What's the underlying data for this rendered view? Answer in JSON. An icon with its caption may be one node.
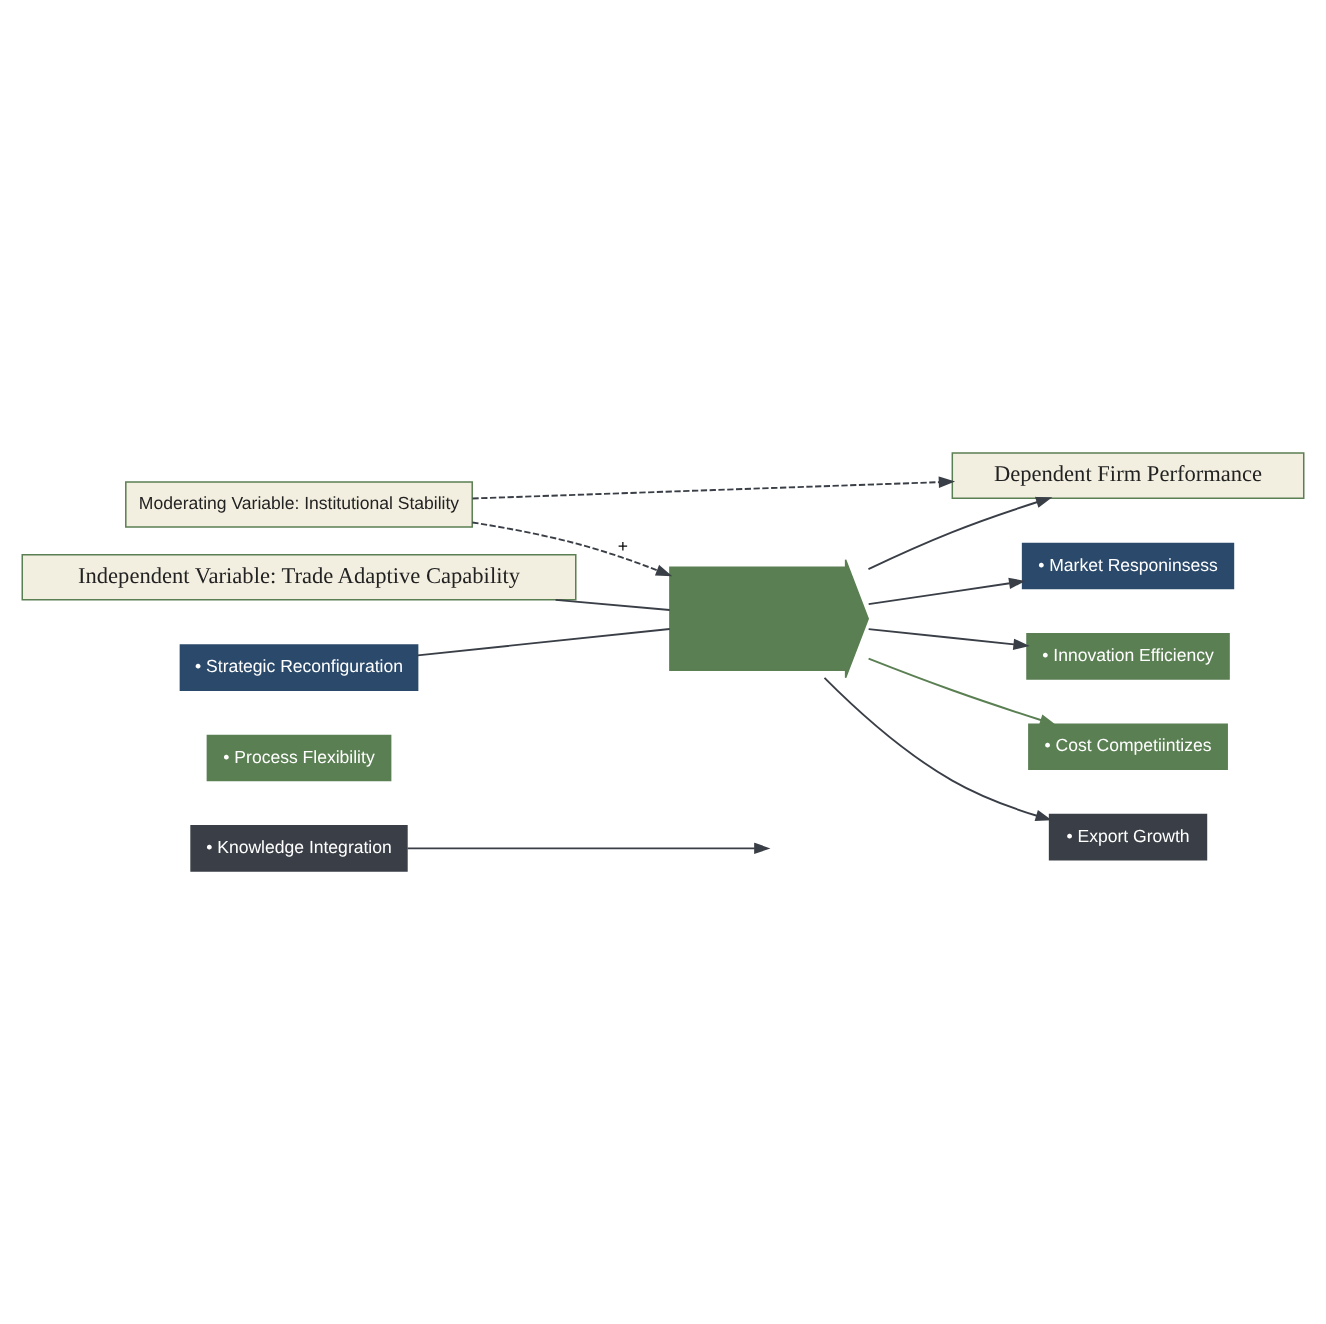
{
  "diagram": {
    "nodes": [
      {
        "text": [
          "Independent Variable: Trade Adaptive Capability"
        ]
      },
      {
        "text": [
          "• Strategic Reconfiguration"
        ]
      },
      {
        "text": [
          "• Process Flexibility"
        ]
      },
      {
        "text": [
          "• Knowledge Integration"
        ]
      },
      {
        "text": [
          "Moderating Variable: Institutional Stability"
        ]
      },
      {
        "text": [],
        "shape": "arrow"
      },
      {
        "text": [
          "Dependent Firm Performance"
        ]
      },
      {
        "text": [
          "• Market Responinsess"
        ]
      },
      {
        "text": [
          "• Innovation Efficiency"
        ]
      },
      {
        "text": [
          "• Cost Competiintizes"
        ]
      },
      {
        "text": [
          "• Export Growth"
        ]
      }
    ],
    "edges": [
      {
        "from": 0,
        "to": 5,
        "arrow": "none"
      },
      {
        "from": 1,
        "to": 5,
        "arrow": "none"
      },
      {
        "from": 3,
        "to": null,
        "arrow": "to"
      },
      {
        "from": 4,
        "to": 5,
        "arrow": "to",
        "style": "dashed",
        "label": "+"
      },
      {
        "from": 4,
        "to": 6,
        "arrow": "to",
        "style": "dashed"
      },
      {
        "from": 5,
        "to": 6,
        "arrow": "to"
      },
      {
        "from": 5,
        "to": 7,
        "arrow": "to"
      },
      {
        "from": 5,
        "to": 8,
        "arrow": "to"
      },
      {
        "from": 5,
        "to": 9,
        "arrow": "to",
        "color": "#5a7f52"
      },
      {
        "from": 5,
        "to": 10,
        "arrow": "to"
      }
    ]
  }
}
